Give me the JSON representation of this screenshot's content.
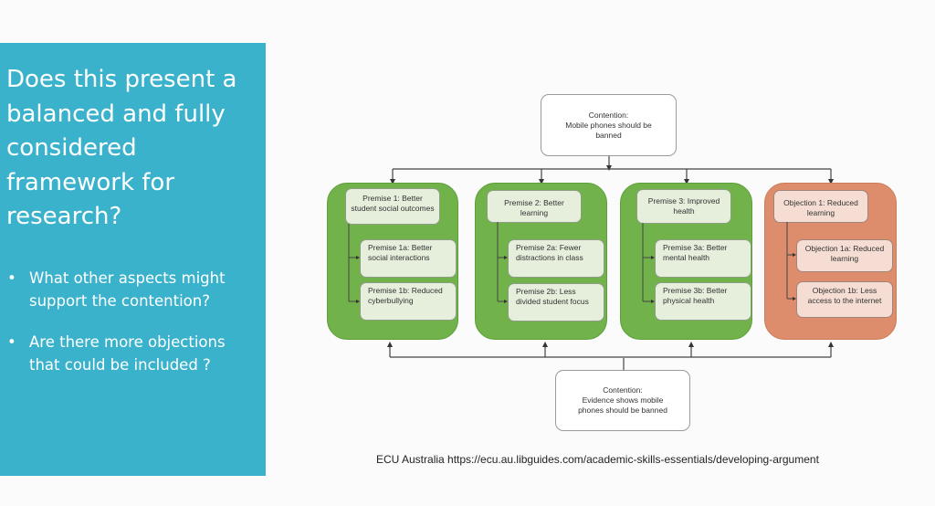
{
  "left_panel": {
    "title": "Does this present a balanced and fully considered framework for research?",
    "bullets": [
      "What other aspects might support the contention?",
      "Are there more objections that could be included ?"
    ]
  },
  "diagram": {
    "top_contention": {
      "label": "Contention:",
      "text": "Mobile phones should be banned"
    },
    "bottom_contention": {
      "label": "Contention:",
      "text": "Evidence shows mobile phones should be banned"
    },
    "groups": [
      {
        "head": "Premise 1: Better student social outcomes",
        "subs": [
          "Premise 1a: Better social interactions",
          "Premise 1b: Reduced cyberbullying"
        ]
      },
      {
        "head": "Premise 2: Better learning",
        "subs": [
          "Premise 2a: Fewer distractions in class",
          "Premise 2b: Less divided student focus"
        ]
      },
      {
        "head": "Premise 3: Improved health",
        "subs": [
          "Premise 3a: Better mental health",
          "Premise 3b: Better physical health"
        ]
      },
      {
        "head": "Objection 1: Reduced learning",
        "subs": [
          "Objection 1a: Reduced learning",
          "Objection 1b: Less access to the internet"
        ]
      }
    ],
    "colors": {
      "premise": "#71b24a",
      "objection": "#dd8d6c",
      "panel": "#3bb2cc"
    }
  },
  "caption": "ECU Australia https://ecu.au.libguides.com/academic-skills-essentials/developing-argument"
}
